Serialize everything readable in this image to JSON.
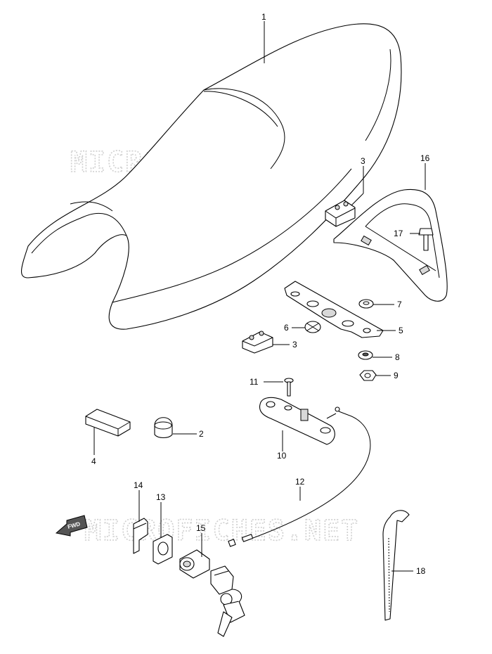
{
  "watermark": "MICROFICHES.NET",
  "fwd_label": "FWD",
  "callouts": [
    "1",
    "2",
    "3",
    "3",
    "4",
    "5",
    "6",
    "7",
    "8",
    "9",
    "10",
    "11",
    "12",
    "13",
    "14",
    "15",
    "16",
    "17",
    "18"
  ]
}
